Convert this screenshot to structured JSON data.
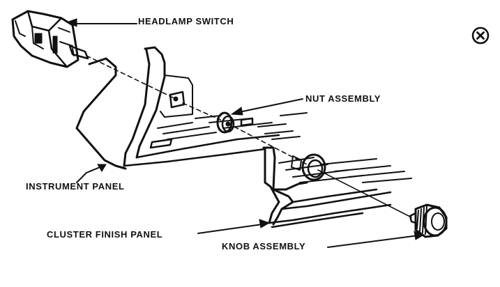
{
  "diagram": {
    "labels": {
      "headlamp_switch": "HEADLAMP SWITCH",
      "nut_assembly": "NUT ASSEMBLY",
      "instrument_panel": "INSTRUMENT PANEL",
      "cluster_finish_panel": "CLUSTER FINISH PANEL",
      "knob_assembly": "KNOB ASSEMBLY"
    }
  },
  "controls": {
    "close_icon": "circled-x-icon"
  },
  "colors": {
    "ink": "#111111",
    "background": "#ffffff"
  }
}
